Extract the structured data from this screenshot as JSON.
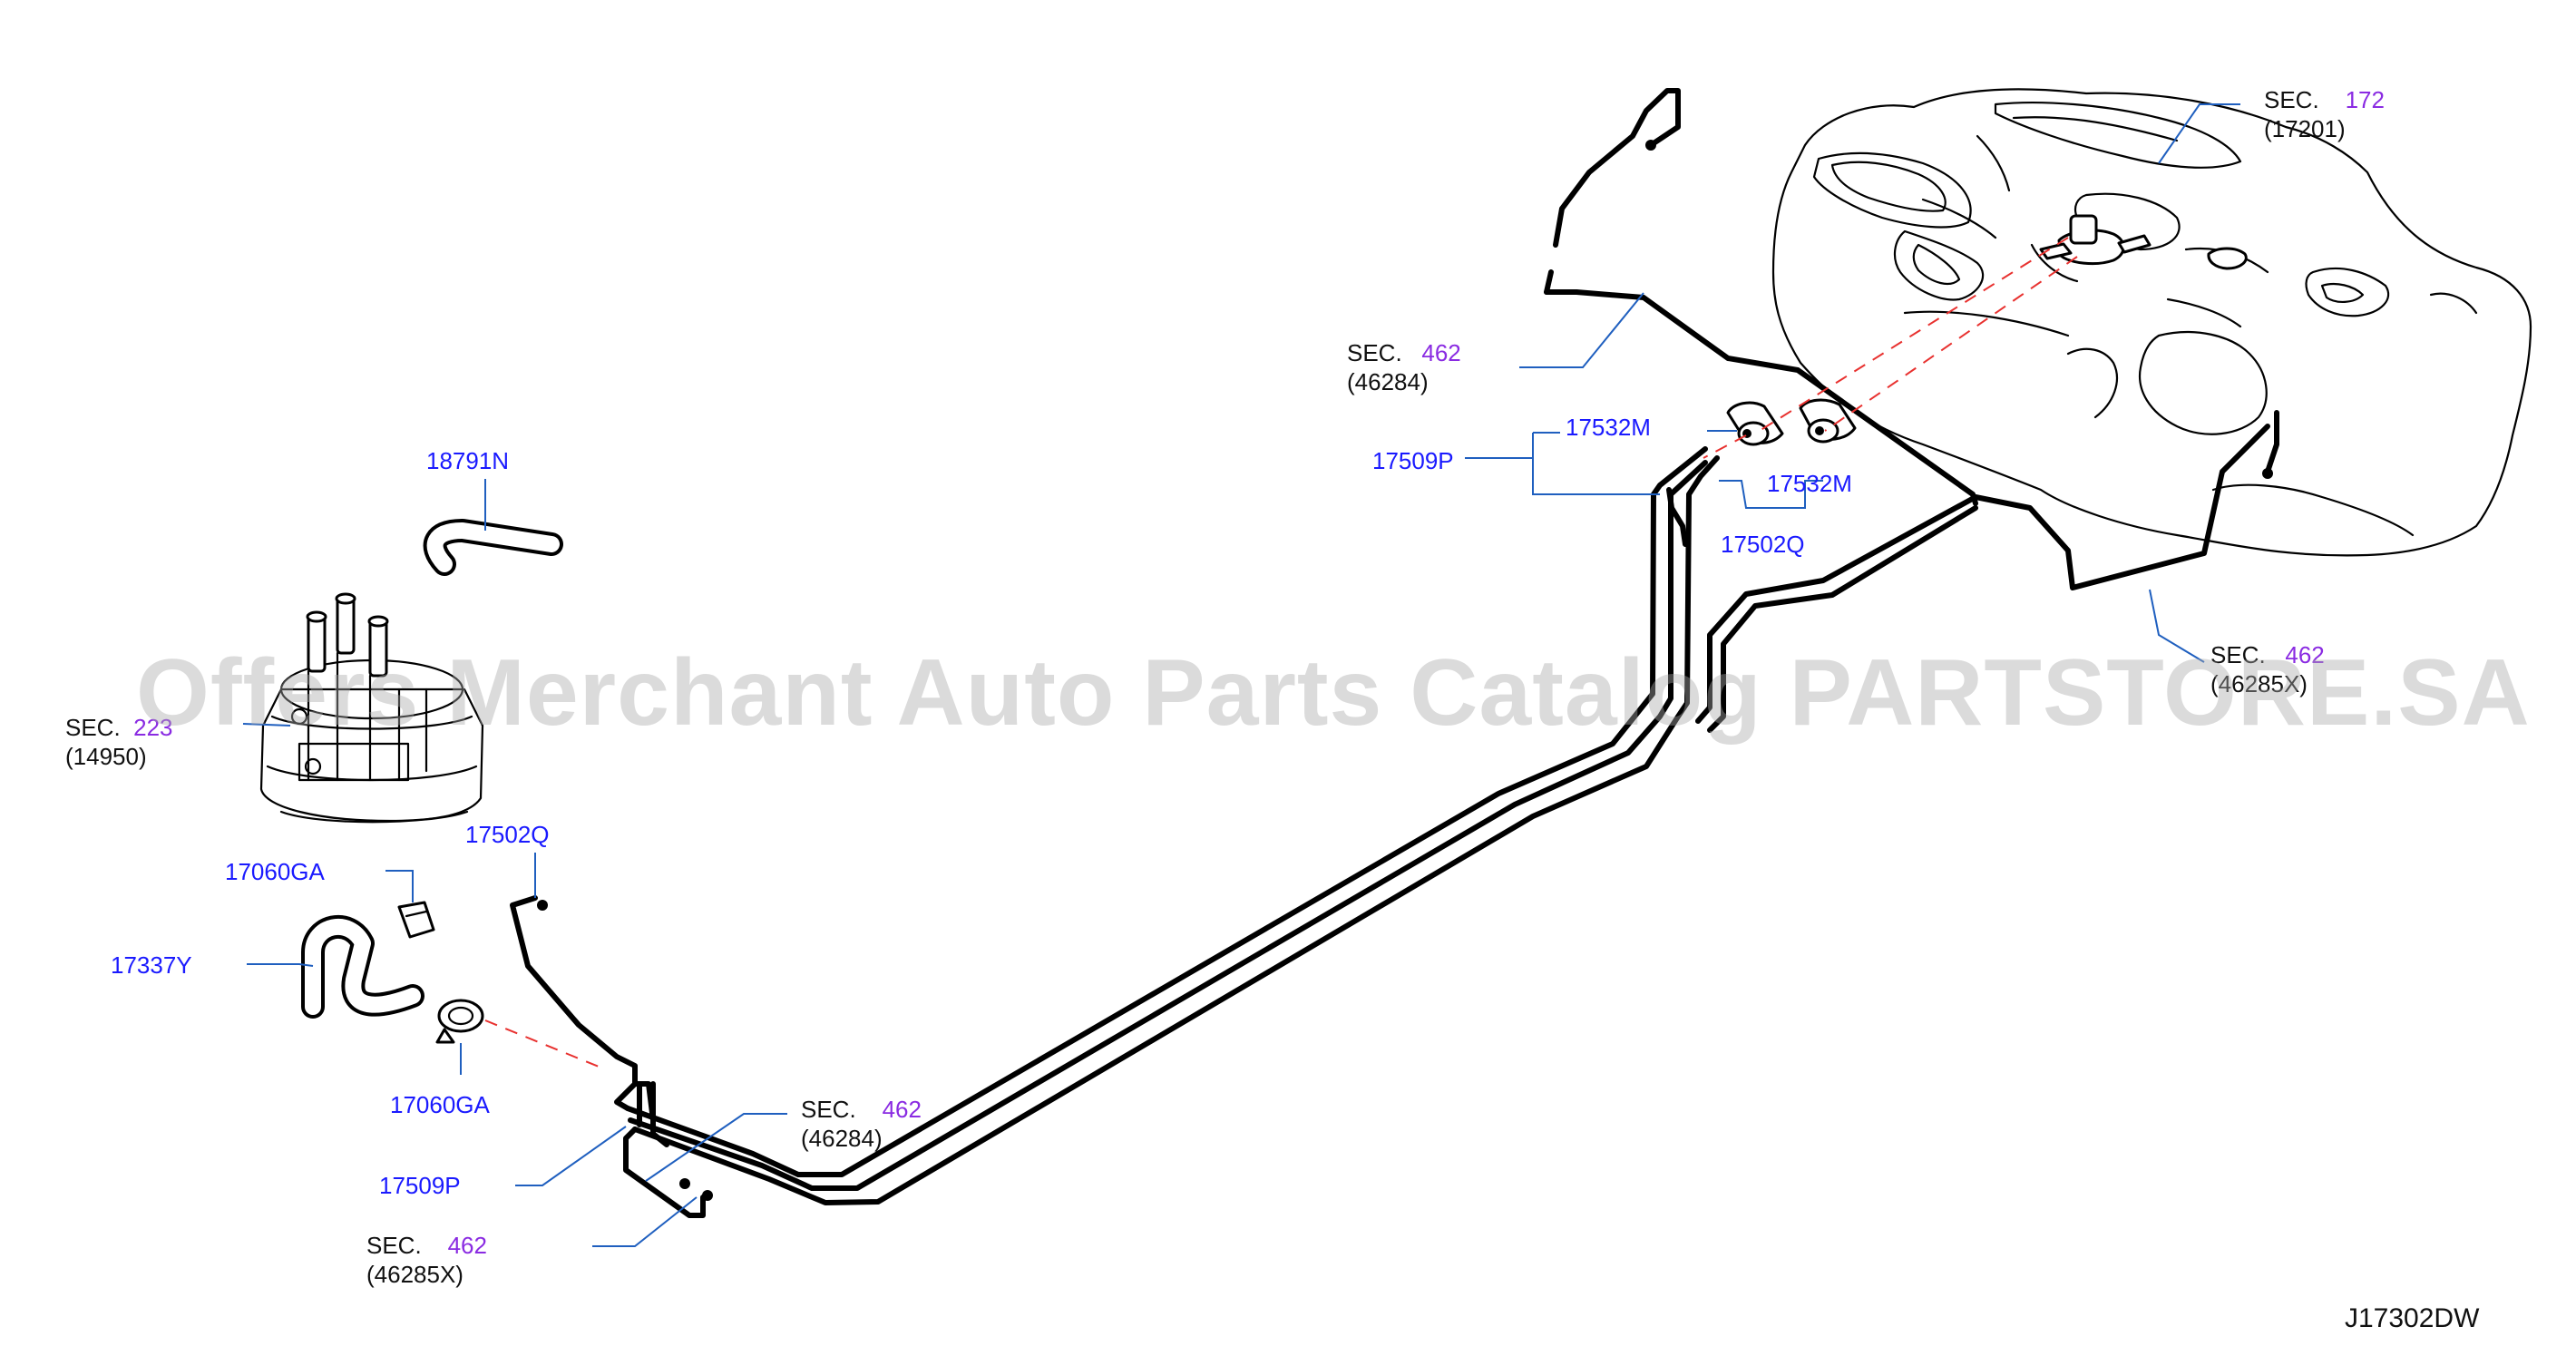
{
  "watermark": "Offers Merchant Auto Parts Catalog PARTSTORE.SA",
  "diagram_code": "J17302DW",
  "colors": {
    "part_label": "#1a1aff",
    "section_ref": "#8a2be2",
    "leader_line": "#1f5fbf",
    "dashed_line": "#e8312f"
  },
  "part_labels": {
    "p18791N": "18791N",
    "p17060GA_top": "17060GA",
    "p17337Y": "17337Y",
    "p17060GA_bottom": "17060GA",
    "p17502Q_left": "17502Q",
    "p17509P_left": "17509P",
    "p17532M_top": "17532M",
    "p17509P_right": "17509P",
    "p17532M_bottom": "17532M",
    "p17502Q_right": "17502Q"
  },
  "section_refs": {
    "canister": {
      "prefix": "SEC.",
      "number": "223",
      "sub": "(14950)"
    },
    "tank": {
      "prefix": "SEC.",
      "number": "172",
      "sub": "(17201)"
    },
    "brake_top": {
      "prefix": "SEC.",
      "number": "462",
      "sub": "(46284)"
    },
    "brake_right": {
      "prefix": "SEC.",
      "number": "462",
      "sub": "(46285X)"
    },
    "brake_mid": {
      "prefix": "SEC.",
      "number": "462",
      "sub": "(46284)"
    },
    "brake_bottom": {
      "prefix": "SEC.",
      "number": "462",
      "sub": "(46285X)"
    }
  }
}
